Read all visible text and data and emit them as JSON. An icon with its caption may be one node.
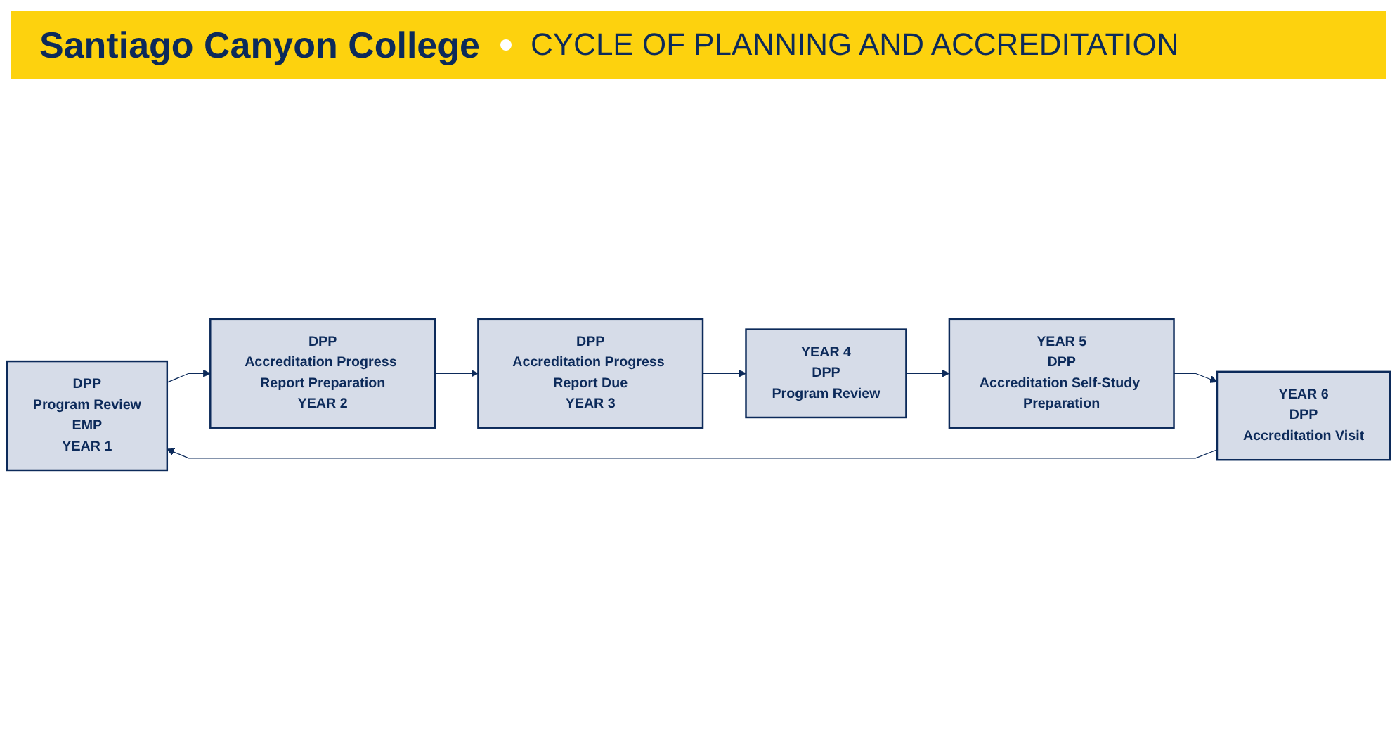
{
  "diagram": {
    "title": "Santiago Canyon College",
    "nodes": [
      {
        "text": [
          "DPP",
          "Program Review",
          "EMP",
          "YEAR 1"
        ]
      },
      {
        "text": [
          "DPP",
          "Accreditation Progress Report Preparation",
          "YEAR 2"
        ]
      },
      {
        "text": [
          "DPP",
          "Accreditation Progress Report Due",
          "YEAR 3"
        ]
      },
      {
        "text": [
          "YEAR 4",
          "DPP",
          "Program Review"
        ]
      },
      {
        "text": [
          "YEAR 5",
          "DPP",
          "Accreditation Self-Study Preparation"
        ]
      },
      {
        "text": [
          "YEAR 6",
          "DPP",
          "Accreditation Visit"
        ]
      }
    ],
    "edges": [
      {
        "from": 0,
        "to": 1,
        "arrow": "to"
      },
      {
        "from": 1,
        "to": 2,
        "arrow": "to"
      },
      {
        "from": 2,
        "to": 3,
        "arrow": "to"
      },
      {
        "from": 3,
        "to": 4,
        "arrow": "to"
      },
      {
        "from": 4,
        "to": 5,
        "arrow": "to"
      },
      {
        "from": 5,
        "to": 0,
        "arrow": "to"
      }
    ],
    "labels": [
      "CYCLE OF PLANNING AND ACCREDITATION"
    ]
  }
}
